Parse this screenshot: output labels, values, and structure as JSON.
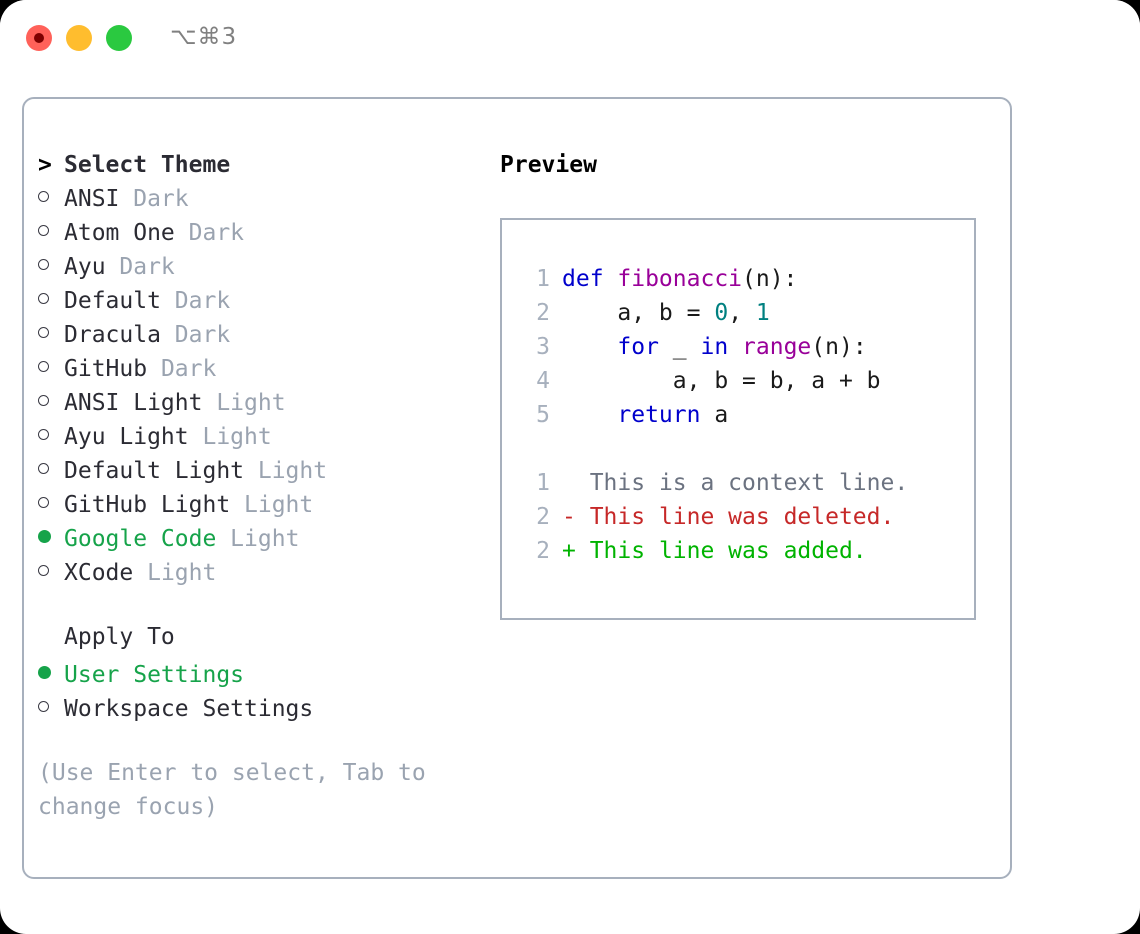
{
  "window": {
    "shortcut": "⌥⌘3",
    "traffic_lights": [
      "close-red",
      "minimize-yellow",
      "maximize-green"
    ]
  },
  "theme_list": {
    "header": {
      "marker": ">",
      "label": "Select Theme"
    },
    "items": [
      {
        "label": "ANSI",
        "suffix": " Dark",
        "selected": false
      },
      {
        "label": "Atom One",
        "suffix": " Dark",
        "selected": false
      },
      {
        "label": "Ayu",
        "suffix": " Dark",
        "selected": false
      },
      {
        "label": "Default",
        "suffix": " Dark",
        "selected": false
      },
      {
        "label": "Dracula",
        "suffix": " Dark",
        "selected": false
      },
      {
        "label": "GitHub",
        "suffix": " Dark",
        "selected": false
      },
      {
        "label": "ANSI Light",
        "suffix": " Light",
        "selected": false
      },
      {
        "label": "Ayu Light",
        "suffix": " Light",
        "selected": false
      },
      {
        "label": "Default Light",
        "suffix": " Light",
        "selected": false
      },
      {
        "label": "GitHub Light",
        "suffix": " Light",
        "selected": false
      },
      {
        "label": "Google Code",
        "suffix": " Light",
        "selected": true
      },
      {
        "label": "XCode",
        "suffix": " Light",
        "selected": false
      }
    ]
  },
  "apply_to": {
    "label": "Apply To",
    "options": [
      {
        "label": "User Settings",
        "selected": true
      },
      {
        "label": "Workspace Settings",
        "selected": false
      }
    ]
  },
  "hint": "(Use Enter to select, Tab to change focus)",
  "preview": {
    "title": "Preview",
    "code_lines": [
      {
        "no": "1",
        "tokens": [
          {
            "t": "def ",
            "c": "kw"
          },
          {
            "t": "fibonacci",
            "c": "fn"
          },
          {
            "t": "(n):",
            "c": "plain"
          }
        ]
      },
      {
        "no": "2",
        "tokens": [
          {
            "t": "    a, b = ",
            "c": "plain"
          },
          {
            "t": "0",
            "c": "num"
          },
          {
            "t": ", ",
            "c": "plain"
          },
          {
            "t": "1",
            "c": "num"
          }
        ]
      },
      {
        "no": "3",
        "tokens": [
          {
            "t": "    ",
            "c": "plain"
          },
          {
            "t": "for",
            "c": "kw"
          },
          {
            "t": " _ ",
            "c": "plain"
          },
          {
            "t": "in",
            "c": "kw"
          },
          {
            "t": " ",
            "c": "plain"
          },
          {
            "t": "range",
            "c": "fn"
          },
          {
            "t": "(n):",
            "c": "plain"
          }
        ]
      },
      {
        "no": "4",
        "tokens": [
          {
            "t": "        a, b = b, a + b",
            "c": "plain"
          }
        ]
      },
      {
        "no": "5",
        "tokens": [
          {
            "t": "    ",
            "c": "plain"
          },
          {
            "t": "return",
            "c": "kw"
          },
          {
            "t": " a",
            "c": "plain"
          }
        ]
      }
    ],
    "diff_lines": [
      {
        "no": "1",
        "sign": " ",
        "text": " This is a context line.",
        "kind": "ctx"
      },
      {
        "no": "2",
        "sign": "-",
        "text": " This line was deleted.",
        "kind": "del"
      },
      {
        "no": "2",
        "sign": "+",
        "text": " This line was added.",
        "kind": "add"
      }
    ]
  },
  "colors": {
    "selected_green": "#16a34a",
    "muted_grey": "#9aa3b0",
    "border": "#a7b0bd",
    "keyword_blue": "#0000cc",
    "function_purple": "#990099",
    "number_teal": "#008080",
    "diff_delete_red": "#c62828",
    "diff_add_green": "#00b300"
  }
}
